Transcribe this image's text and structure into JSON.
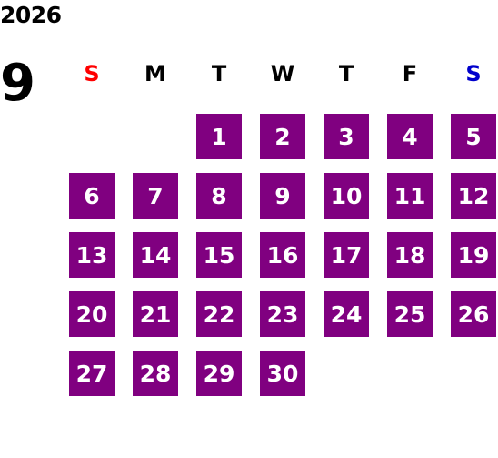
{
  "calendar": {
    "year": "2026",
    "month": "9",
    "weekdays": [
      "S",
      "M",
      "T",
      "W",
      "T",
      "F",
      "S"
    ],
    "colors": {
      "cell_bg": "#800080",
      "cell_text": "#ffffff",
      "sunday": "#ff0000",
      "saturday": "#0000cc",
      "weekday": "#000000"
    },
    "first_weekday_index": 2,
    "days": [
      "1",
      "2",
      "3",
      "4",
      "5",
      "6",
      "7",
      "8",
      "9",
      "10",
      "11",
      "12",
      "13",
      "14",
      "15",
      "16",
      "17",
      "18",
      "19",
      "20",
      "21",
      "22",
      "23",
      "24",
      "25",
      "26",
      "27",
      "28",
      "29",
      "30"
    ]
  }
}
